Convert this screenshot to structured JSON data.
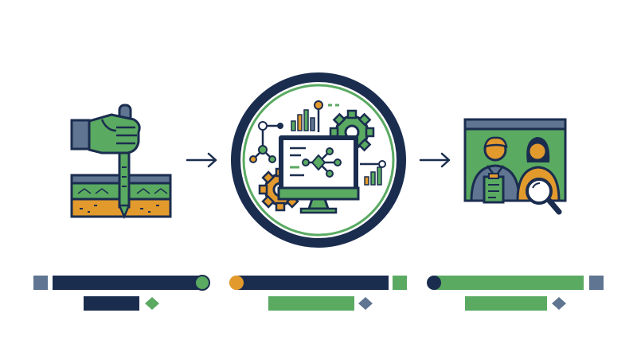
{
  "colors": {
    "navy": "#1b2d4f",
    "green": "#5aaa62",
    "orange": "#e39a2d",
    "slate": "#5f7591",
    "outline": "#1b2d4f",
    "background": "#ffffff"
  },
  "panels": [
    {
      "icon": "soil-sampling-icon",
      "bar": {
        "left_square": "slate",
        "main": "navy",
        "end_cap": "green"
      },
      "sub": {
        "block": "navy",
        "diamond": "green"
      }
    },
    {
      "icon": "data-analysis-monitor-icon",
      "bar": {
        "left_cap": "orange",
        "main": "navy",
        "right_square": "green"
      },
      "sub": {
        "block": "green",
        "diamond": "slate"
      }
    },
    {
      "icon": "expert-review-icon",
      "bar": {
        "left_cap": "navy",
        "main": "green",
        "right_square": "slate"
      },
      "sub": {
        "block": "green",
        "diamond": "slate"
      }
    }
  ],
  "connectors": [
    "arrow-right-icon",
    "arrow-right-icon"
  ]
}
